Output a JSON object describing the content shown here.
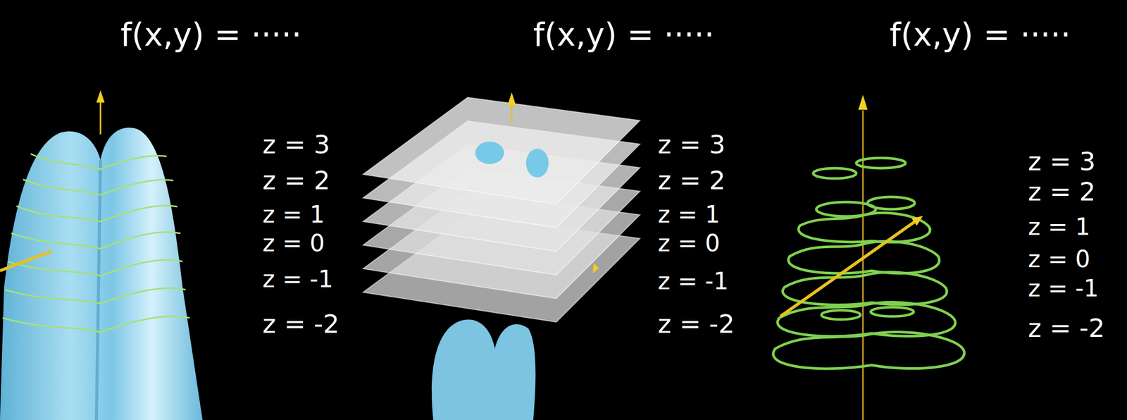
{
  "diagram": {
    "labels": [
      "f(x,y) = ·····",
      "z = 3",
      "z = 2",
      "z = 1",
      "z = 0",
      "z = -1",
      "z = -2",
      "f(x,y) = ·····",
      "z = 3",
      "z = 2",
      "z = 1",
      "z = 0",
      "z = -1",
      "z = -2",
      "f(x,y) = ·····",
      "z = 3",
      "z = 2",
      "z = 1",
      "z = 0",
      "z = -1",
      "z = -2"
    ]
  }
}
